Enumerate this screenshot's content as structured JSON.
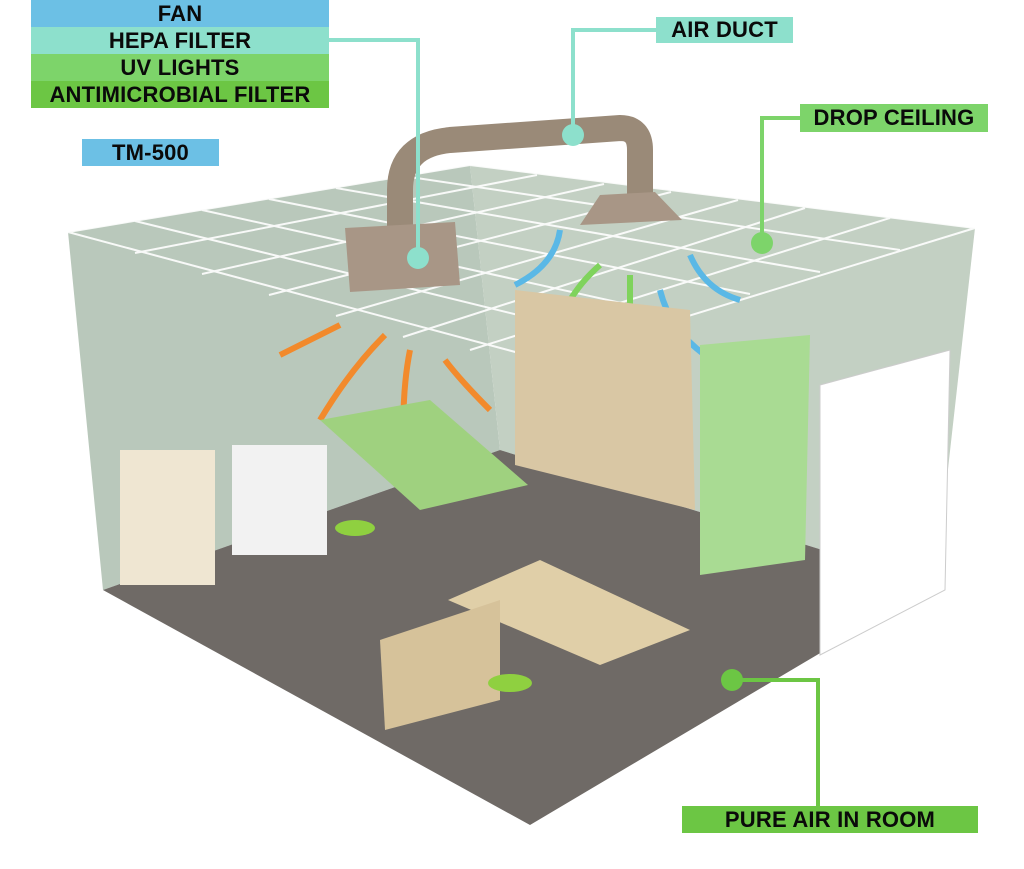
{
  "labels": {
    "fan": "FAN",
    "hepa_filter": "HEPA FILTER",
    "uv_lights": "UV LIGHTS",
    "antimicrobial_filter": "ANTIMICROBIAL FILTER",
    "model": "TM-500",
    "air_duct": "AIR DUCT",
    "drop_ceiling": "DROP CEILING",
    "pure_air": "PURE AIR IN ROOM"
  },
  "colors": {
    "blue": "#6cc0e5",
    "teal": "#8de0cc",
    "light_green": "#7dd46a",
    "green": "#6cc644",
    "wall": "#b9c8bb",
    "floor": "#6f6a66",
    "orange_arrow": "#f28a2c",
    "blue_arrow": "#5ab8e6",
    "green_arrow": "#7fd35c"
  }
}
